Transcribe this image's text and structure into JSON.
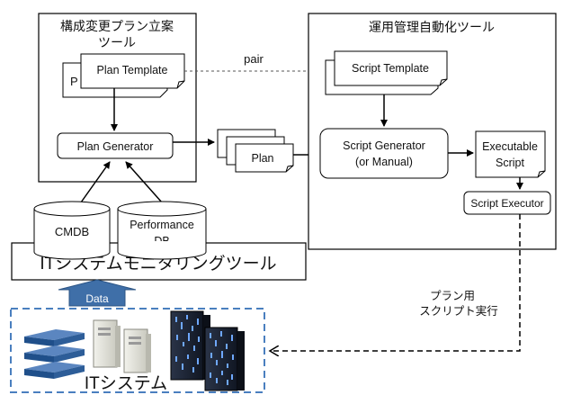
{
  "left_tool": {
    "title_line1": "構成変更プラン立案",
    "title_line2": "ツール",
    "template_back_label": "P",
    "template_front_label": "Plan Template",
    "generator_label": "Plan Generator"
  },
  "pair_label": "pair",
  "plans": {
    "label": "Plan"
  },
  "right_tool": {
    "title": "運用管理自動化ツール",
    "template_label": "Script Template",
    "generator_line1": "Script Generator",
    "generator_line2": "(or Manual)",
    "executable_line1": "Executable",
    "executable_line2": "Script",
    "executor_label": "Script Executor"
  },
  "databases": {
    "cmdb": "CMDB",
    "perf_line1": "Performance",
    "perf_line2": "DB"
  },
  "monitor_label": "ITシステムモニタリングツール",
  "data_arrow_label": "Data",
  "exec_note_line1": "プラン用",
  "exec_note_line2": "スクリプト実行",
  "it_system_label": "ITシステム",
  "colors": {
    "data_arrow": "#3f6fa8",
    "dashed_region": "#4a7fbf",
    "server_blue": "#1f4f8a",
    "rack_dark": "#1a2030"
  }
}
